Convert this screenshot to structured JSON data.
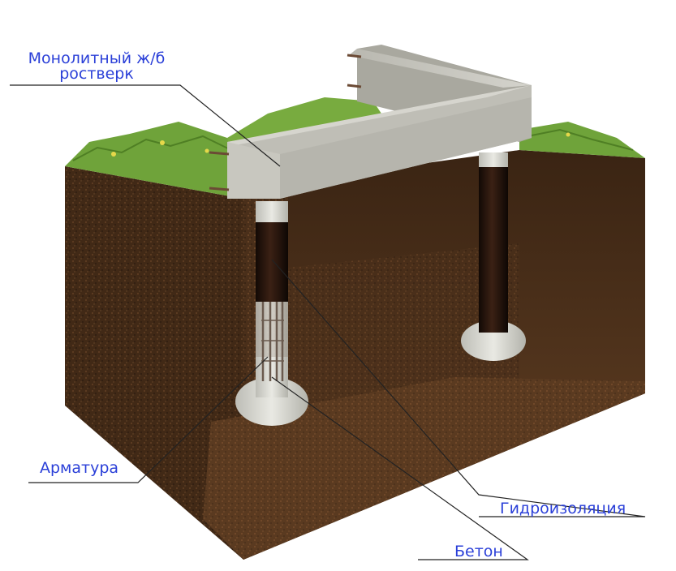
{
  "labels": {
    "grillage_line1": "Монолитный ж/б",
    "grillage_line2": "ростверк",
    "rebar": "Арматура",
    "waterproofing": "Гидроизоляция",
    "concrete": "Бетон"
  },
  "colors": {
    "label_text": "#2a3fd8",
    "soil": "#4a2f1a",
    "grass": "#6fa33a",
    "concrete": "#c9c9c2",
    "waterproofing": "#2a160c"
  }
}
